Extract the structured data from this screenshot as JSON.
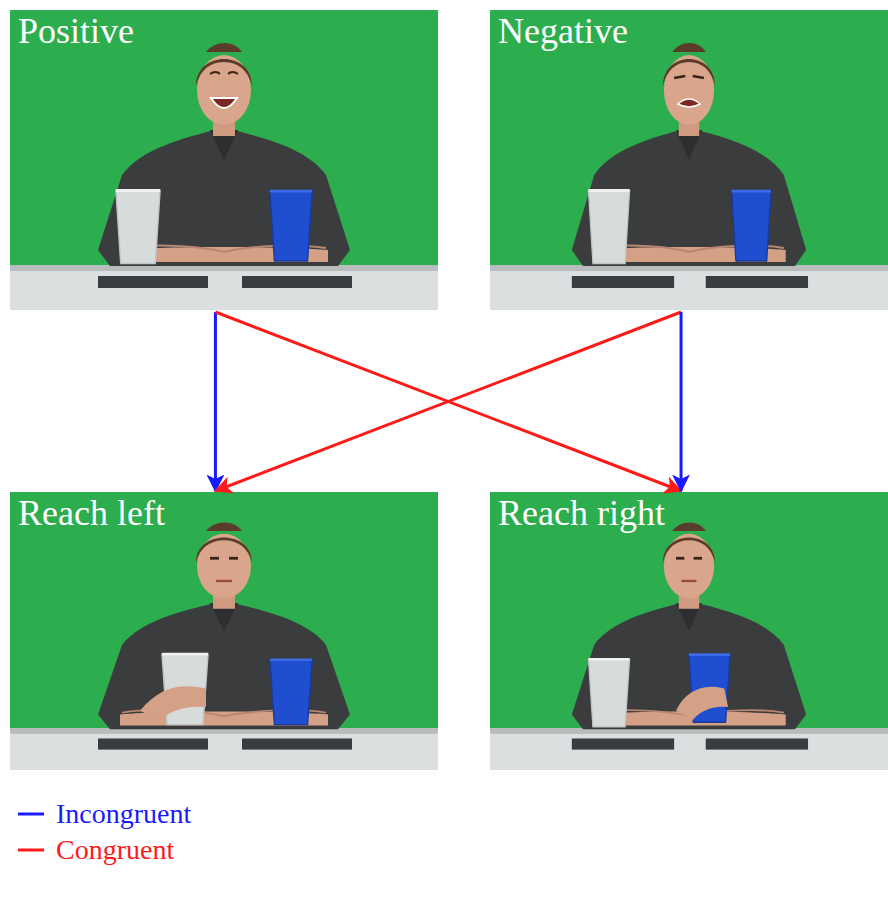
{
  "diagram": {
    "nodes": [
      {
        "text": [
          "Positive"
        ]
      },
      {
        "text": [
          "Negative"
        ]
      },
      {
        "text": [
          "Reach left"
        ]
      },
      {
        "text": [
          "Reach right"
        ]
      }
    ],
    "edges": [
      {
        "from": 0,
        "to": 2,
        "arrow": "to"
      },
      {
        "from": 0,
        "to": 3,
        "arrow": "to"
      },
      {
        "from": 1,
        "to": 2,
        "arrow": "to"
      },
      {
        "from": 1,
        "to": 3,
        "arrow": "to"
      }
    ],
    "legend": [
      {
        "text": "Incongruent"
      },
      {
        "text": "Congruent"
      }
    ]
  }
}
